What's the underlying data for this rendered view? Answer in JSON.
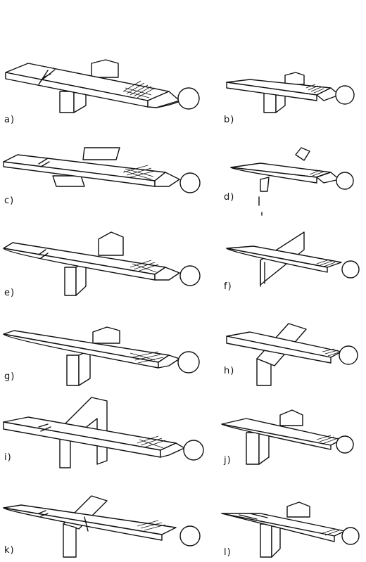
{
  "figure": {
    "panels": [
      {
        "label": "a)",
        "tool": "file",
        "holder": "block",
        "icon": "file-on-block-icon"
      },
      {
        "label": "b)",
        "tool": "file",
        "holder": "block",
        "icon": "file-on-block-icon"
      },
      {
        "label": "c)",
        "tool": "file",
        "holder": "block",
        "icon": "file-on-block-icon"
      },
      {
        "label": "d)",
        "tool": "round-file",
        "holder": "bracket",
        "icon": "file-in-bracket-icon"
      },
      {
        "label": "e)",
        "tool": "half-round-file",
        "holder": "block",
        "icon": "file-on-block-icon"
      },
      {
        "label": "f)",
        "tool": "round-file",
        "holder": "frame",
        "icon": "file-in-frame-icon"
      },
      {
        "label": "g)",
        "tool": "half-round-file",
        "holder": "block",
        "icon": "file-on-block-icon"
      },
      {
        "label": "h)",
        "tool": "file",
        "holder": "frame",
        "icon": "file-in-frame-icon"
      },
      {
        "label": "i)",
        "tool": "file",
        "holder": "u-frame",
        "icon": "file-through-frame-icon"
      },
      {
        "label": "j)",
        "tool": "round-file",
        "holder": "block",
        "icon": "file-on-block-icon"
      },
      {
        "label": "k)",
        "tool": "round-file",
        "holder": "u-frame",
        "icon": "file-through-frame-icon"
      },
      {
        "label": "l)",
        "tool": "needle-file",
        "holder": "block",
        "icon": "file-on-block-icon"
      }
    ]
  }
}
